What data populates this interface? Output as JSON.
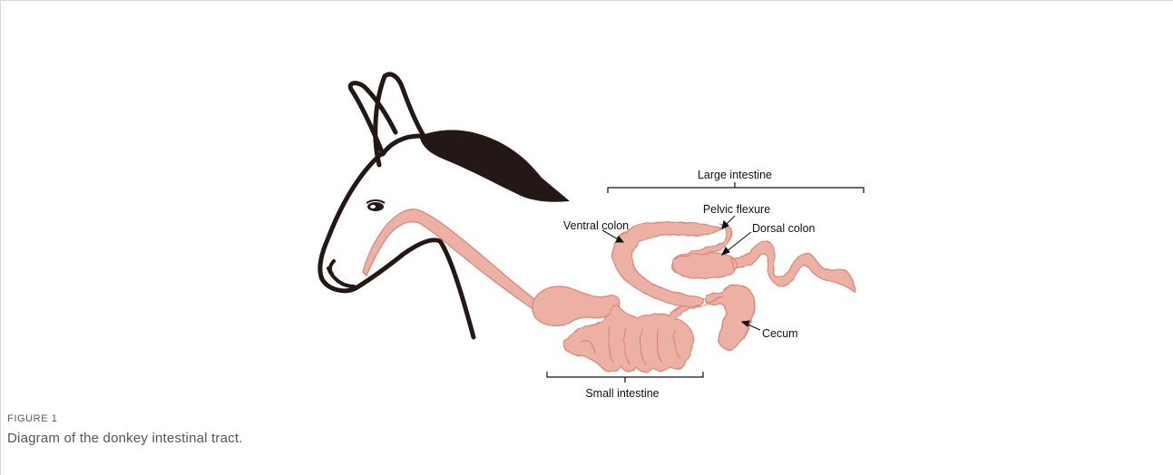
{
  "figure": {
    "label": "FIGURE 1",
    "caption": "Diagram of the donkey intestinal tract."
  },
  "diagram": {
    "labels": {
      "large_intestine": "Large intestine",
      "pelvic_flexure": "Pelvic flexure",
      "ventral_colon": "Ventral colon",
      "dorsal_colon": "Dorsal colon",
      "cecum": "Cecum",
      "small_intestine": "Small intestine"
    }
  },
  "colors": {
    "gut_fill": "#EDB0A4",
    "gut_stroke": "#D9887A",
    "outline": "#231815",
    "mane": "#231815",
    "label_text": "#111111",
    "caption_text": "#555555"
  }
}
